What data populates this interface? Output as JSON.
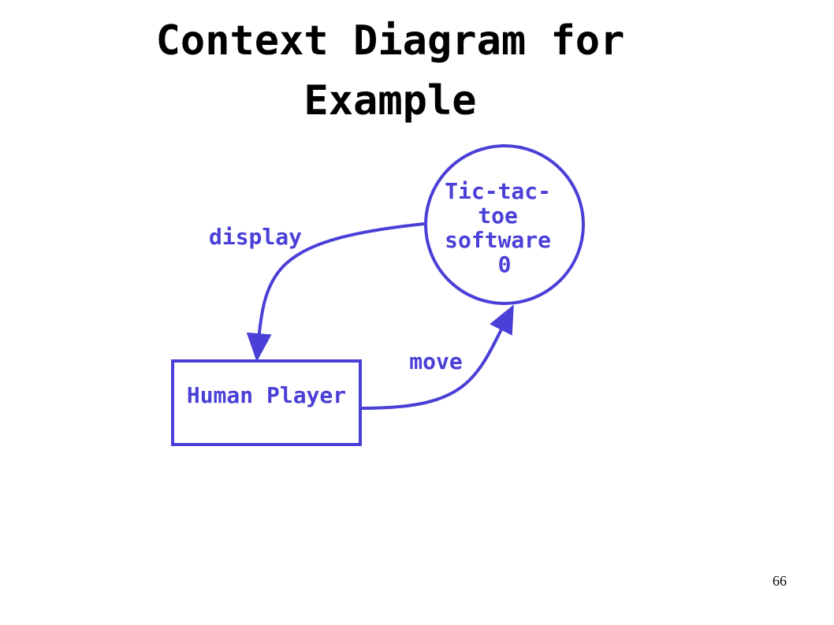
{
  "slide": {
    "title_line_1": "Context Diagram for",
    "title_line_2": "Example",
    "page_number": "66"
  },
  "diagram": {
    "process": {
      "label_lines": [
        "Tic-tac-",
        "toe",
        "software",
        "0"
      ]
    },
    "entity": {
      "label": "Human Player"
    },
    "flows": {
      "display": "display",
      "move": "move"
    },
    "colors": {
      "diagram": "#4a3fd6",
      "title": "#000000"
    }
  }
}
